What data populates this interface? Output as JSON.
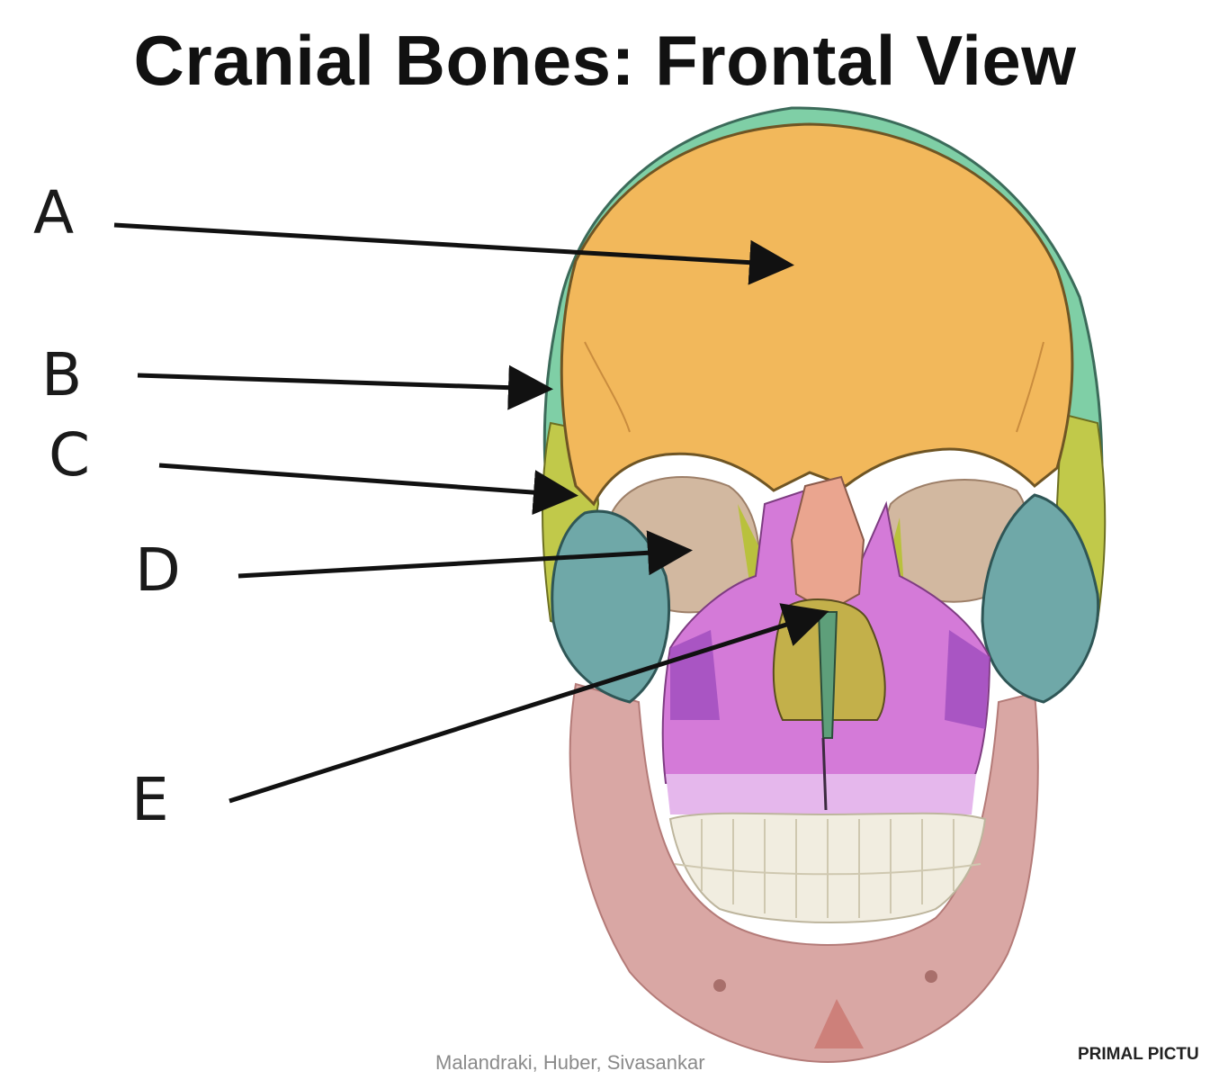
{
  "title": "Cranial Bones: Frontal View",
  "labels": {
    "a": "A",
    "b": "B",
    "c": "C",
    "d": "D",
    "e": "E"
  },
  "credit": "Malandraki, Huber, Sivasankar",
  "brand": "PRIMAL PICTU",
  "colors": {
    "frontal": "#f2b85b",
    "parietal": "#7fcfa6",
    "sphenoid": "#bfc54a",
    "zygomatic": "#6fa8a8",
    "maxilla": "#d47ad8",
    "nasal": "#eaa58f",
    "mandible": "#d9a7a4",
    "teeth": "#f1ede0",
    "vomer": "#5e9f7a"
  }
}
